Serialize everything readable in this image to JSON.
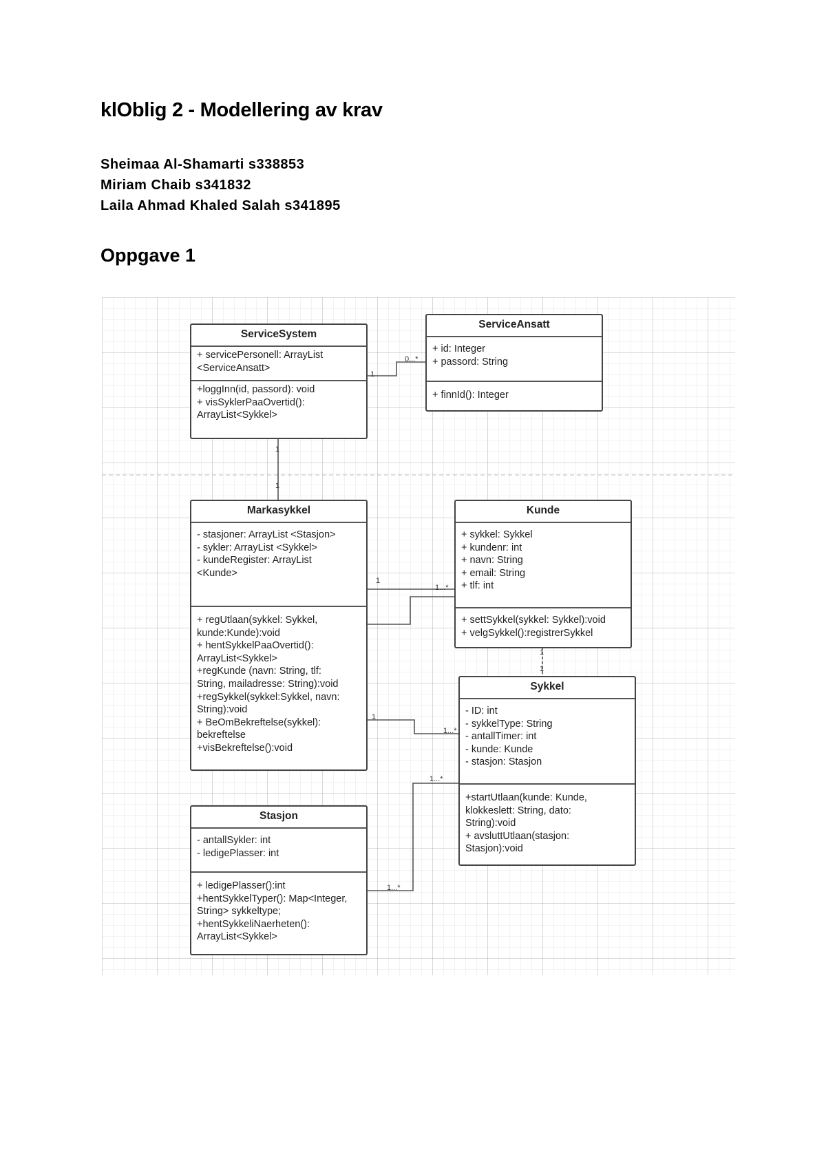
{
  "document": {
    "title": "klOblig 2 - Modellering av krav",
    "authors": [
      "Sheimaa Al-Shamarti s338853",
      "Miriam  Chaib s341832",
      "Laila Ahmad Khaled Salah s341895"
    ],
    "section": "Oppgave 1"
  },
  "diagram": {
    "classes": {
      "service_system": {
        "name": "ServiceSystem",
        "attributes": "+ servicePersonell: ArrayList\n<ServiceAnsatt>",
        "methods": "+loggInn(id, passord): void\n+ visSyklerPaaOvertid():\nArrayList<Sykkel>"
      },
      "service_ansatt": {
        "name": "ServiceAnsatt",
        "attributes": "+ id: Integer\n+ passord: String",
        "methods": "+ finnId(): Integer"
      },
      "markasykkel": {
        "name": "Markasykkel",
        "attributes": "- stasjoner: ArrayList <Stasjon>\n- sykler: ArrayList <Sykkel>\n- kundeRegister: ArrayList\n<Kunde>",
        "methods": "+ regUtlaan(sykkel: Sykkel,\nkunde:Kunde):void\n+ hentSykkelPaaOvertid():\nArrayList<Sykkel>\n+regKunde (navn: String, tlf:\nString, mailadresse: String):void\n+regSykkel(sykkel:Sykkel, navn:\nString):void\n+ BeOmBekreftelse(sykkel):\nbekreftelse\n+visBekreftelse():void"
      },
      "kunde": {
        "name": "Kunde",
        "attributes": "+ sykkel: Sykkel\n+ kundenr: int\n+ navn: String\n+ email: String\n+ tlf: int",
        "methods": "+ settSykkel(sykkel: Sykkel):void\n+ velgSykkel():registrerSykkel"
      },
      "sykkel": {
        "name": "Sykkel",
        "attributes": "- ID: int\n- sykkelType: String\n- antallTimer: int\n- kunde: Kunde\n-  stasjon: Stasjon",
        "methods": "+startUtlaan(kunde: Kunde,\nklokkeslett: String, dato:\nString):void\n+ avsluttUtlaan(stasjon:\nStasjon):void"
      },
      "stasjon": {
        "name": "Stasjon",
        "attributes": "- antallSykler: int\n- ledigePlasser: int",
        "methods": "+ ledigePlasser():int\n+hentSykkelTyper(): Map<Integer,\nString> sykkeltype;\n+hentSykkeliNaerheten():\nArrayList<Sykkel>"
      }
    },
    "multiplicities": {
      "ss_sa_1": "1",
      "ss_sa_many": "0...*",
      "ss_mk_top": "1",
      "ss_mk_bottom": "1",
      "mk_kunde_1": "1",
      "mk_kunde_many": "1...*",
      "kunde_sykkel_top": "1",
      "kunde_sykkel_bottom": "1",
      "mk_sykkel_1": "1",
      "mk_sykkel_many": "1...*",
      "stasjon_sykkel_a": "1...*",
      "stasjon_sykkel_b": "1...*"
    }
  }
}
